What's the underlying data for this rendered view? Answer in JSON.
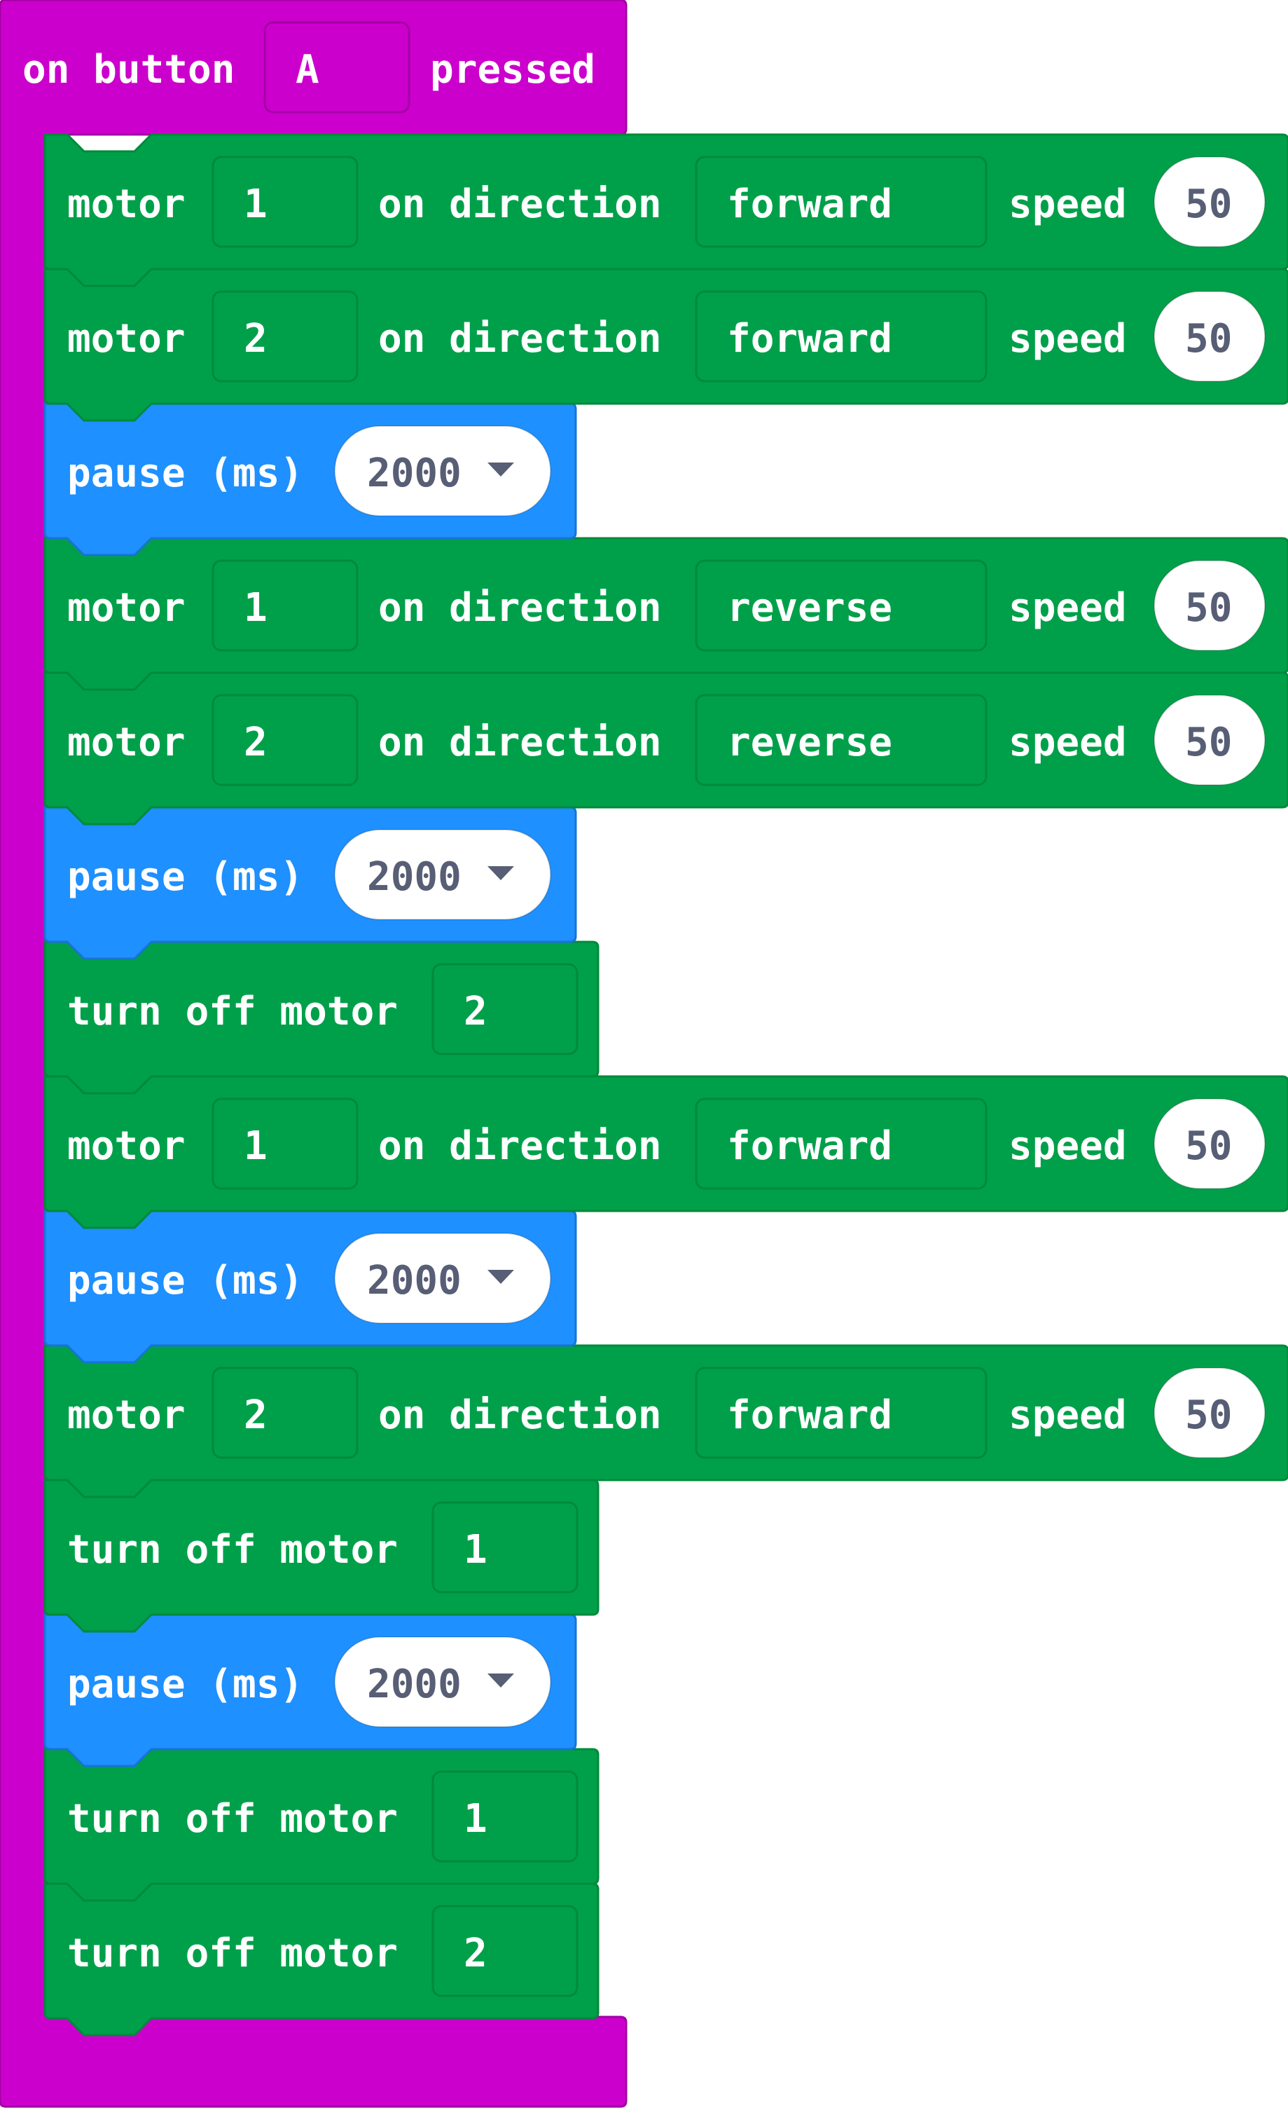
{
  "colors": {
    "event": "#cc00cc",
    "event_stroke": "#a300a3",
    "motor": "#00a04a",
    "motor_stroke": "#008a3a",
    "pause": "#1e90ff",
    "pause_stroke": "#1873d3",
    "text": "#ffffff",
    "oval_text": "#575e75",
    "oval_bg": "#ffffff"
  },
  "event": {
    "prefix": "on button",
    "button": "A",
    "suffix": "pressed"
  },
  "blocks": [
    {
      "kind": "motor",
      "label": "motor",
      "motor": "1",
      "mid": "on direction",
      "direction": "forward",
      "speed_label": "speed",
      "speed": "50"
    },
    {
      "kind": "motor",
      "label": "motor",
      "motor": "2",
      "mid": "on direction",
      "direction": "forward",
      "speed_label": "speed",
      "speed": "50"
    },
    {
      "kind": "pause",
      "label": "pause (ms)",
      "value": "2000",
      "dropdown_icon": "dropdown-caret-icon"
    },
    {
      "kind": "motor",
      "label": "motor",
      "motor": "1",
      "mid": "on direction",
      "direction": "reverse",
      "speed_label": "speed",
      "speed": "50"
    },
    {
      "kind": "motor",
      "label": "motor",
      "motor": "2",
      "mid": "on direction",
      "direction": "reverse",
      "speed_label": "speed",
      "speed": "50"
    },
    {
      "kind": "pause",
      "label": "pause (ms)",
      "value": "2000",
      "dropdown_icon": "dropdown-caret-icon"
    },
    {
      "kind": "off",
      "label": "turn off motor",
      "motor": "2"
    },
    {
      "kind": "motor",
      "label": "motor",
      "motor": "1",
      "mid": "on direction",
      "direction": "forward",
      "speed_label": "speed",
      "speed": "50"
    },
    {
      "kind": "pause",
      "label": "pause (ms)",
      "value": "2000",
      "dropdown_icon": "dropdown-caret-icon"
    },
    {
      "kind": "motor",
      "label": "motor",
      "motor": "2",
      "mid": "on direction",
      "direction": "forward",
      "speed_label": "speed",
      "speed": "50"
    },
    {
      "kind": "off",
      "label": "turn off motor",
      "motor": "1"
    },
    {
      "kind": "pause",
      "label": "pause (ms)",
      "value": "2000",
      "dropdown_icon": "dropdown-caret-icon"
    },
    {
      "kind": "off",
      "label": "turn off motor",
      "motor": "1"
    },
    {
      "kind": "off",
      "label": "turn off motor",
      "motor": "2"
    }
  ]
}
